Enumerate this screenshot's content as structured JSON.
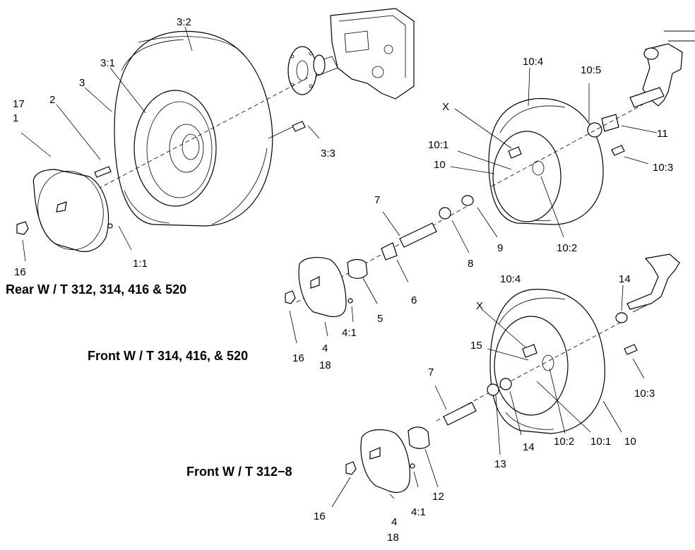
{
  "captions": {
    "rear": "Rear W / T 312, 314, 416 & 520",
    "front_a": "Front W / T 314, 416, & 520",
    "front_b": "Front W / T 312−8"
  },
  "labels": {
    "l_3_2": "3:2",
    "l_3_1": "3:1",
    "l_3": "3",
    "l_2": "2",
    "l_17": "17",
    "l_1": "1",
    "l_3_3": "3:3",
    "l_16a": "16",
    "l_1_1": "1:1",
    "l_10_4a": "10:4",
    "l_10_5": "10:5",
    "l_Xa": "X",
    "l_11": "11",
    "l_10_1a": "10:1",
    "l_10a": "10",
    "l_10_3a": "10:3",
    "l_7a": "7",
    "l_9": "9",
    "l_8": "8",
    "l_10_2a": "10:2",
    "l_6": "6",
    "l_5": "5",
    "l_4_1a": "4:1",
    "l_16b": "16",
    "l_4a": "4",
    "l_18a": "18",
    "l_10_4b": "10:4",
    "l_14a": "14",
    "l_Xb": "X",
    "l_15": "15",
    "l_10_3b": "10:3",
    "l_7b": "7",
    "l_13": "13",
    "l_14b": "14",
    "l_10_2b": "10:2",
    "l_10_1b": "10:1",
    "l_10b": "10",
    "l_12": "12",
    "l_4_1b": "4:1",
    "l_16c": "16",
    "l_4b": "4",
    "l_18b": "18"
  }
}
